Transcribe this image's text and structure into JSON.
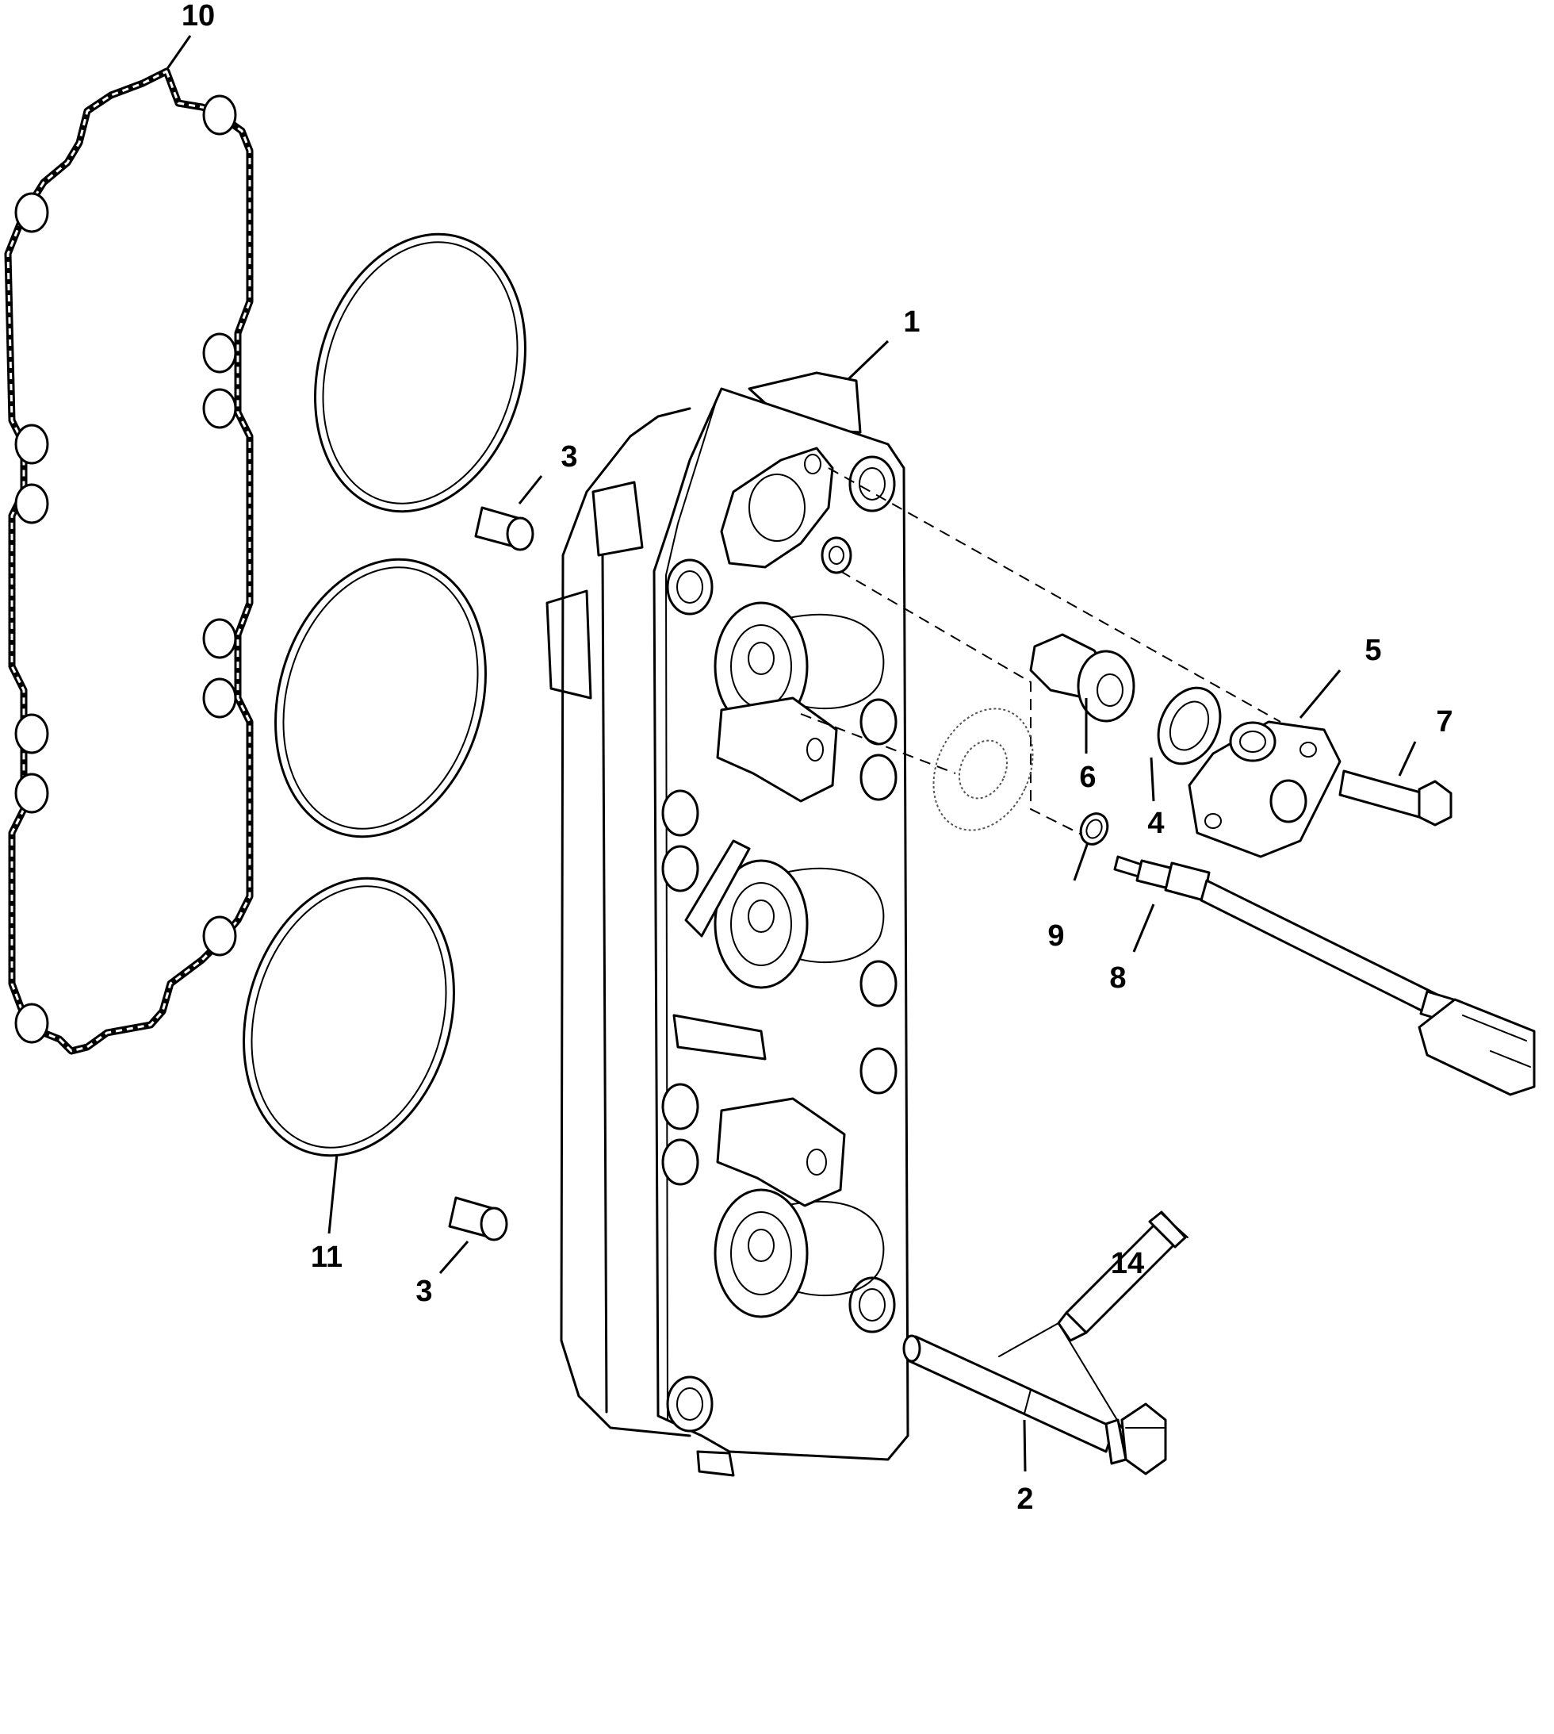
{
  "callouts": {
    "c1": "1",
    "c2": "2",
    "c3a": "3",
    "c3b": "3",
    "c4": "4",
    "c5": "5",
    "c6": "6",
    "c7": "7",
    "c8": "8",
    "c9": "9",
    "c10": "10",
    "c11": "11",
    "c14": "14"
  }
}
